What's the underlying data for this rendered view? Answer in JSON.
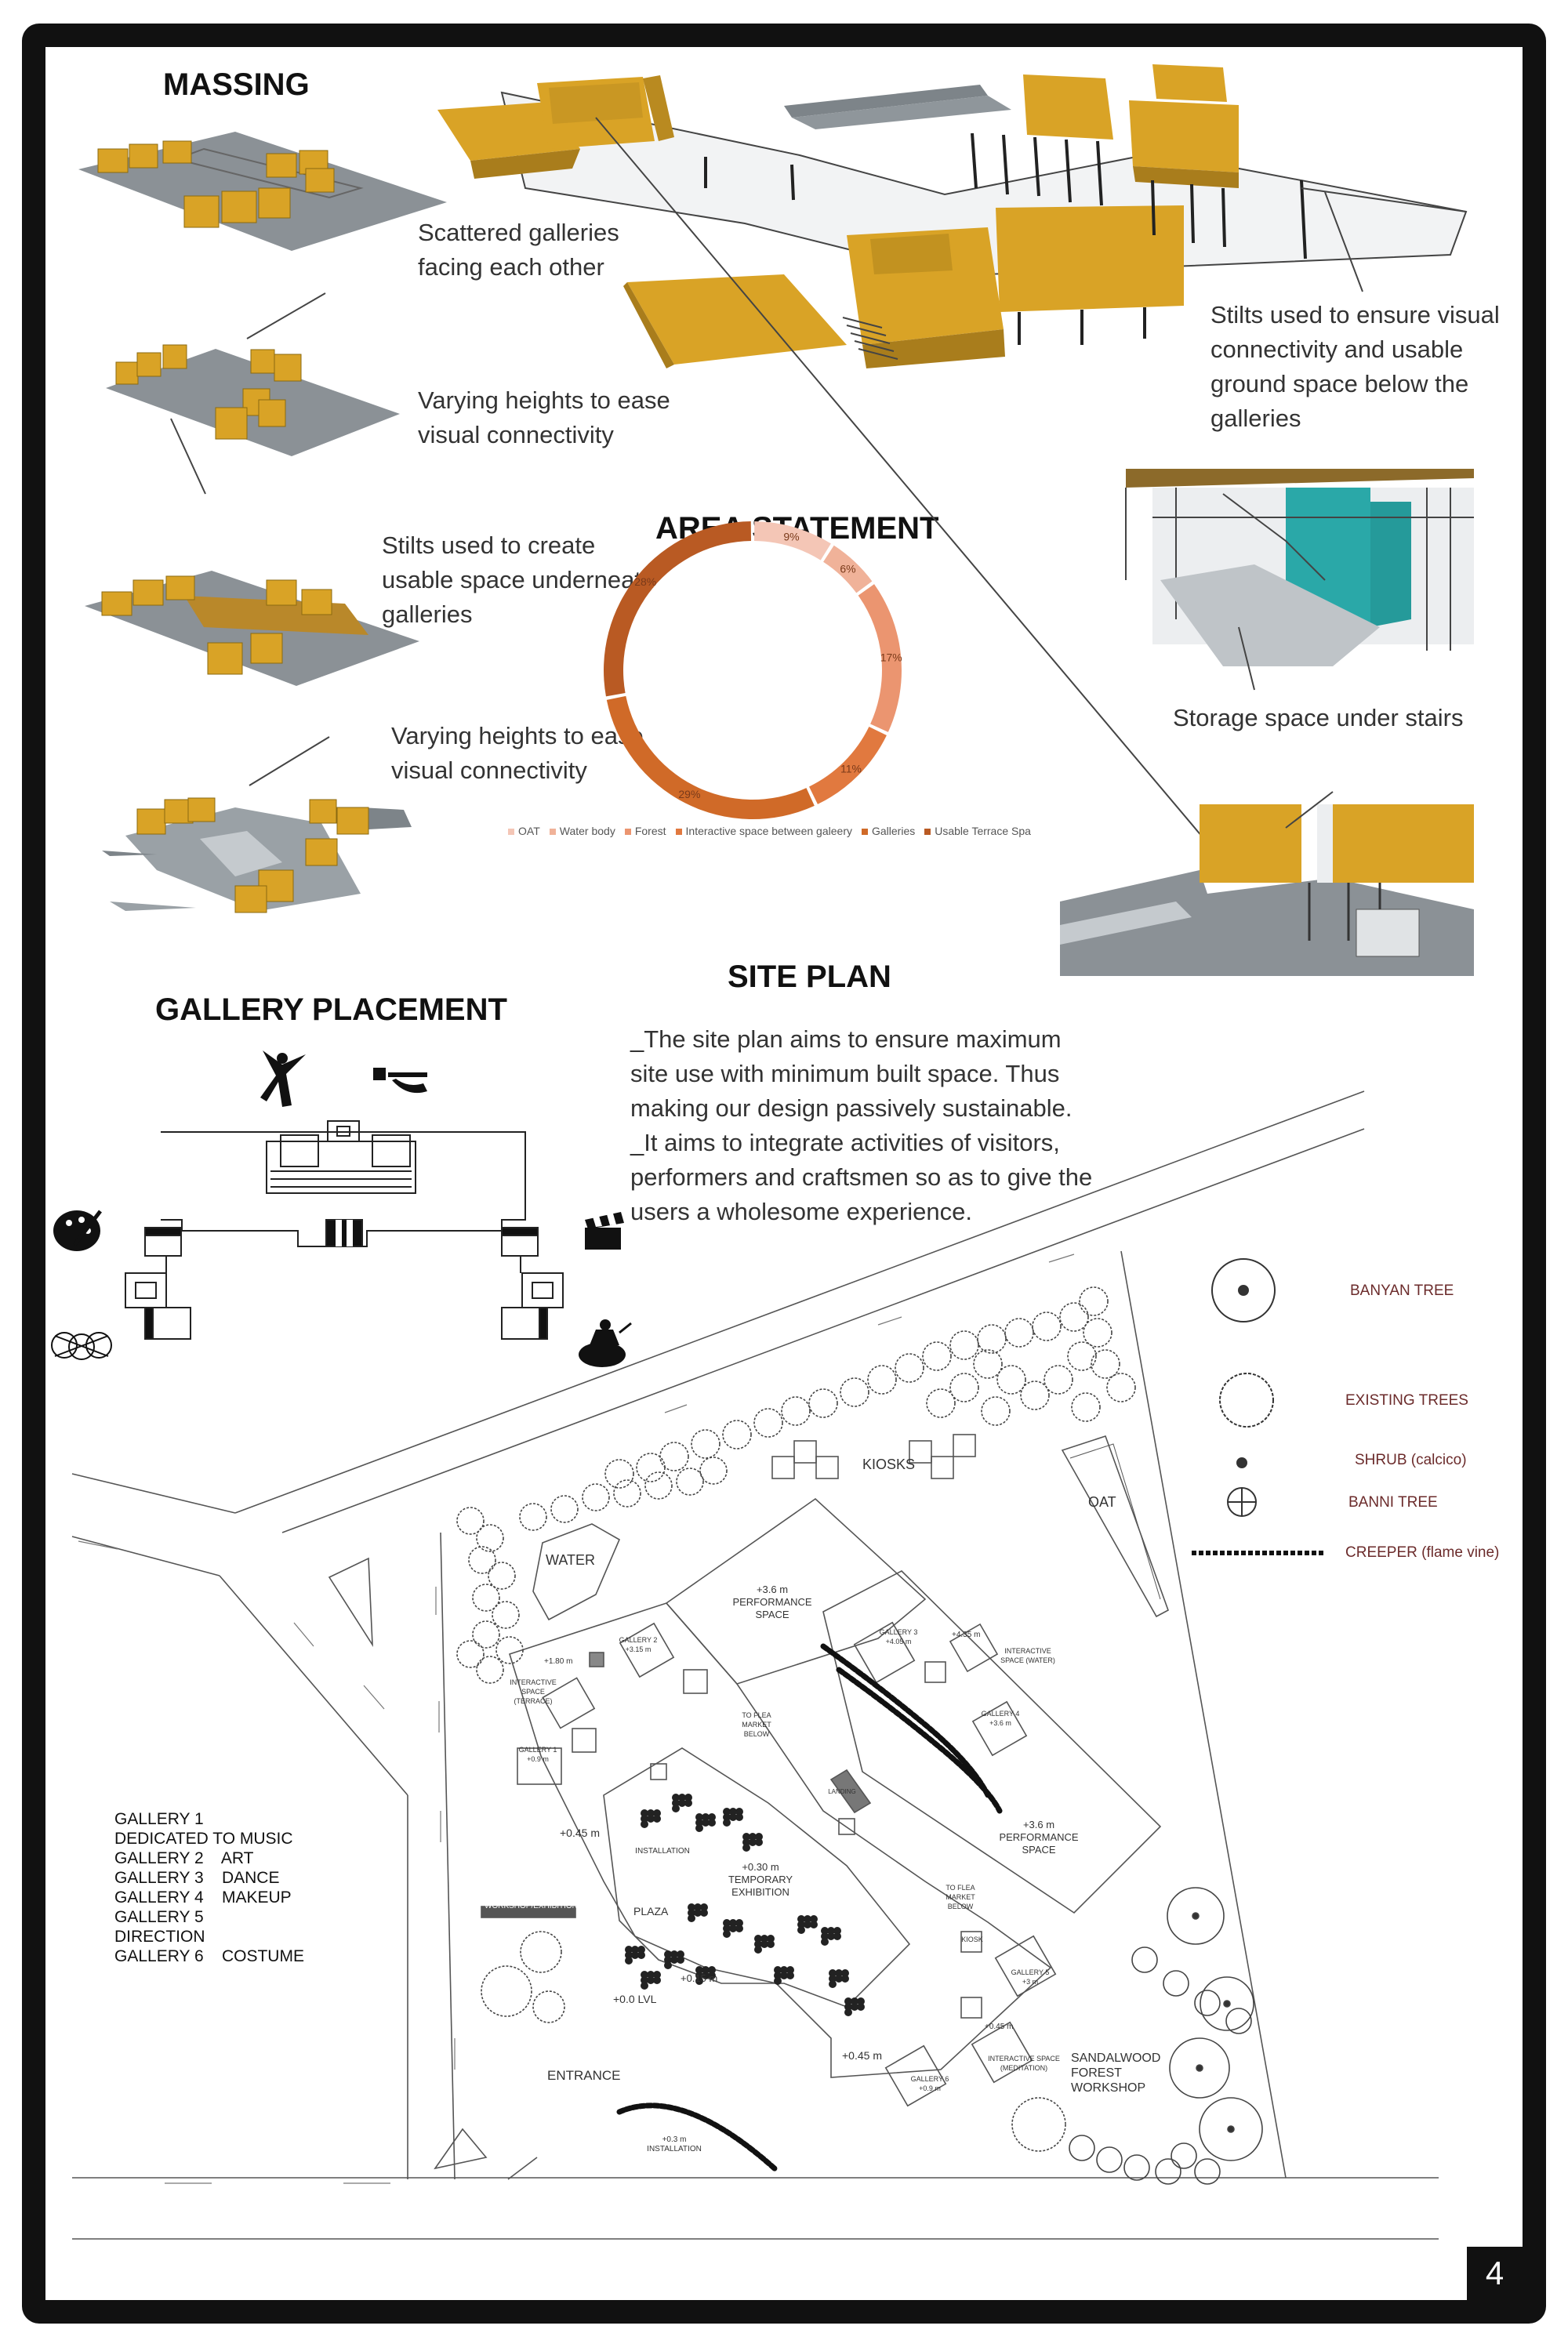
{
  "headings": {
    "massing": "MASSING",
    "area": "AREA STATEMENT",
    "gallery": "GALLERY PLACEMENT",
    "site": "SITE PLAN"
  },
  "notes": {
    "n1": "Scattered galleries facing each other",
    "n2": "Varying heights to ease visual connectivity",
    "n3": "Stilts used to create usable space underneath galleries",
    "n4": "Varying heights to ease visual connectivity",
    "n5": "Stilts used to ensure visual connectivity and usable ground space below the galleries",
    "n6": "Storage space under stairs"
  },
  "site_text": "_The site plan aims to ensure maximum site use with minimum built space. Thus making our design passively sustainable. _It aims to integrate activities of visitors, performers and craftsmen so as to give the users a wholesome experience.",
  "donut": [
    {
      "label": "OAT",
      "value": 9,
      "color": "#f4c6b6"
    },
    {
      "label": "Water body",
      "value": 6,
      "color": "#f0b299"
    },
    {
      "label": "Forest",
      "value": 17,
      "color": "#eb9570"
    },
    {
      "label": "Interactive space between galeery",
      "value": 11,
      "color": "#e1793f"
    },
    {
      "label": "Galleries",
      "value": 29,
      "color": "#d06a28"
    },
    {
      "label": "Usable Terrace Spa",
      "value": 28,
      "color": "#b95a23"
    }
  ],
  "galleries_list": [
    "GALLERY 1",
    "DEDICATED TO MUSIC",
    "GALLERY 2    ART",
    "GALLERY 3    DANCE",
    "GALLERY 4    MAKEUP",
    "GALLERY 5",
    "DIRECTION",
    "GALLERY 6    COSTUME"
  ],
  "legend": [
    "BANYAN TREE",
    "EXISTING TREES",
    "SHRUB  (calcico)",
    "BANNI TREE",
    "CREEPER  (flame vine)"
  ],
  "plan": {
    "kiosks": "KIOSKS",
    "oat": "OAT",
    "water": "WATER",
    "perf1": "+3.6 m PERFORMANCE SPACE",
    "perf2": "+3.6 m PERFORMANCE SPACE",
    "temp": "+0.30 m TEMPORARY EXHIBITION",
    "plaza": "PLAZA",
    "lvl0": "+0.0 LVL",
    "l015": "+0.15 m",
    "l045a": "+0.45 m",
    "l045b": "+0.45 m",
    "entrance": "ENTRANCE",
    "sandal": "SANDALWOOD FOREST WORKSHOP",
    "workshop": "WORKSHOP/EXHIBITION",
    "g1": "GALLERY 1 +0.9 m",
    "g2": "GALLERY 2 +3.15 m",
    "g3": "GALLERY 3 +4.05 m",
    "g4": "GALLERY 4 +3.6 m",
    "g5": "GALLERY 5 +3 m",
    "g6": "GALLERY 6 +0.9 m",
    "ispace1": "INTERACTIVE SPACE (TERRACE)",
    "ispace2": "INTERACTIVE SPACE (WATER)",
    "ispace3": "INTERACTIVE SPACE (MEDITATION)",
    "flea1": "TO FLEA MARKET BELOW",
    "flea2": "TO FLEA MARKET BELOW",
    "install1": "INSTALLATION",
    "install2": "+0.3 m INSTALLATION",
    "kiosk2": "KIOSK",
    "landing": "LANDING",
    "l180": "+1.80 m",
    "l435": "+4.35 m",
    "l045c": "+0.45 m"
  },
  "page_number": "4",
  "colors": {
    "ochre": "#d9a326",
    "slab": "#7d8489",
    "teal": "#2aa8a8"
  }
}
